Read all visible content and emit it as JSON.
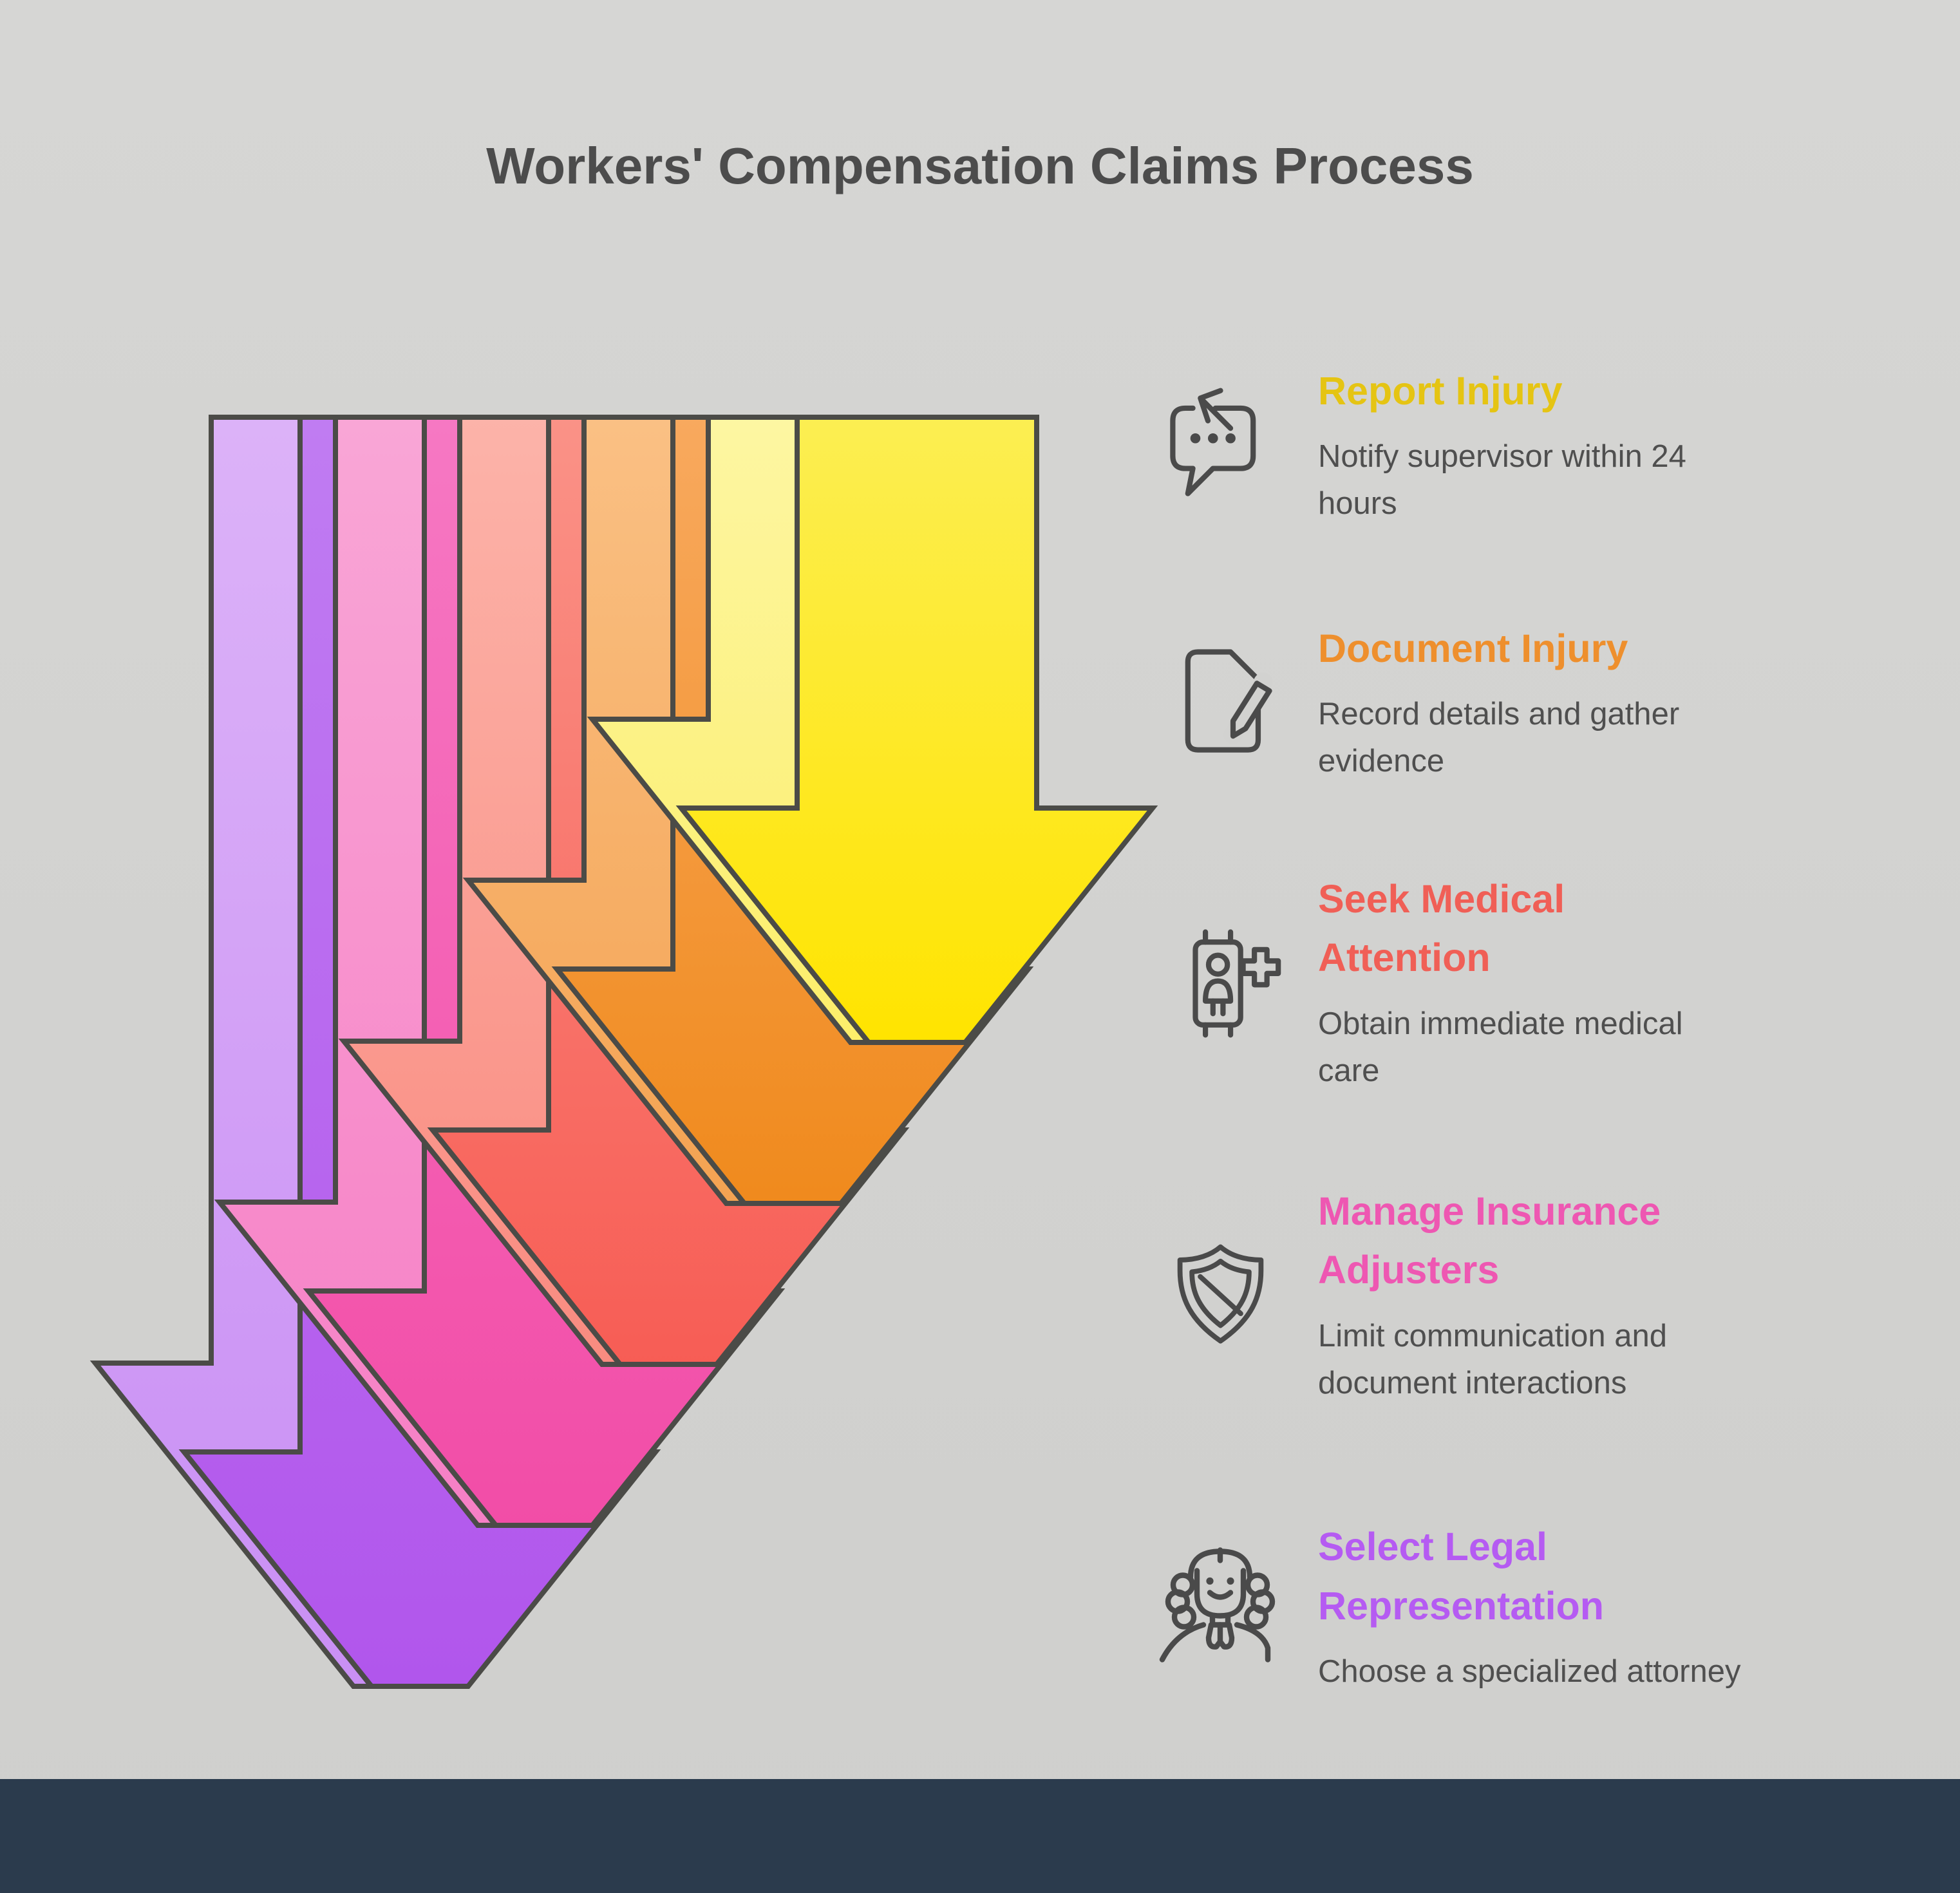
{
  "title": "Workers' Compensation Claims Process",
  "background_color": "#d2d2d0",
  "footer_color": "#2b3b4d",
  "outline_color": "#4b4b47",
  "body_text_color": "#4f4f4f",
  "steps": [
    {
      "id": "report-injury",
      "label": "Report Injury",
      "description": "Notify supervisor within 24 hours",
      "color": "#e5c413",
      "icon": "chat-reply-icon",
      "arrow": {
        "front": [
          "#fcee52",
          "#ffe400"
        ],
        "side": [
          "#fdf6a2",
          "#fcee6a"
        ]
      }
    },
    {
      "id": "document-injury",
      "label": "Document Injury",
      "description": "Record details and gather evidence",
      "color": "#ee8f2d",
      "icon": "document-pen-icon",
      "arrow": {
        "front": [
          "#f8a95e",
          "#f08a1d"
        ],
        "side": [
          "#fac084",
          "#f4a352"
        ]
      }
    },
    {
      "id": "seek-medical-attention",
      "label": "Seek Medical Attention",
      "description": "Obtain immediate medical care",
      "color": "#f05f56",
      "icon": "medical-badge-icon",
      "arrow": {
        "front": [
          "#fa9287",
          "#f75d55"
        ],
        "side": [
          "#fcb3a9",
          "#f98b80"
        ]
      }
    },
    {
      "id": "manage-insurance-adjusters",
      "label": "Manage Insurance Adjusters",
      "description": "Limit communication and document interactions",
      "color": "#ee57b2",
      "icon": "shield-slash-icon",
      "arrow": {
        "front": [
          "#f678c3",
          "#f24da7"
        ],
        "side": [
          "#f9a6d6",
          "#f67fc5"
        ]
      }
    },
    {
      "id": "select-legal-representation",
      "label": "Select Legal Representation",
      "description": "Choose a specialized attorney",
      "color": "#b55bf2",
      "icon": "judge-icon",
      "arrow": {
        "front": [
          "#c07cf2",
          "#b156ec"
        ],
        "side": [
          "#dcb2f8",
          "#c98ff4"
        ]
      }
    }
  ]
}
